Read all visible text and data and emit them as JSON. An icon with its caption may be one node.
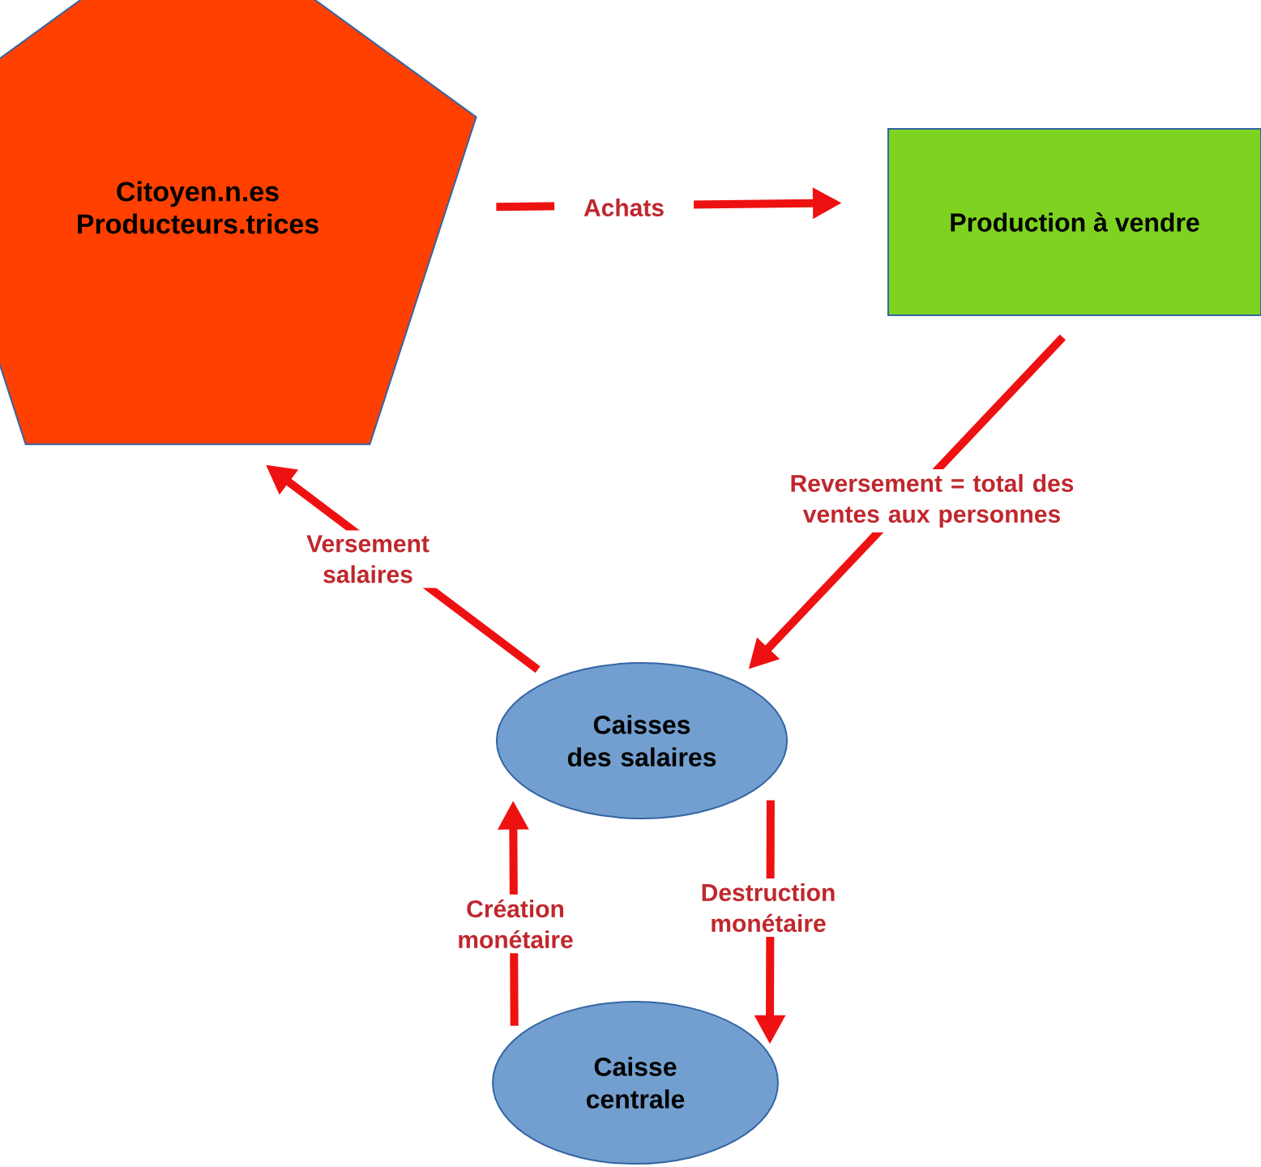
{
  "diagram": {
    "nodes": [
      {
        "text": [
          "Citoyen.n.es Producteurs.trices"
        ]
      },
      {
        "text": [
          "Production à vendre"
        ]
      },
      {
        "text": [
          "Caisses des salaires"
        ]
      },
      {
        "text": [
          "Caisse centrale"
        ]
      }
    ],
    "edges": [
      {
        "from": 0,
        "to": 1,
        "arrow": "to",
        "label": "Achats"
      },
      {
        "from": 1,
        "to": 2,
        "arrow": "to",
        "label": "Reversement = total des ventes aux personnes"
      },
      {
        "from": 2,
        "to": 0,
        "arrow": "to",
        "label": "Versement salaires"
      },
      {
        "from": 3,
        "to": 2,
        "arrow": "to",
        "label": "Création monétaire"
      },
      {
        "from": 2,
        "to": 3,
        "arrow": "to",
        "label": "Destruction monétaire"
      }
    ]
  }
}
